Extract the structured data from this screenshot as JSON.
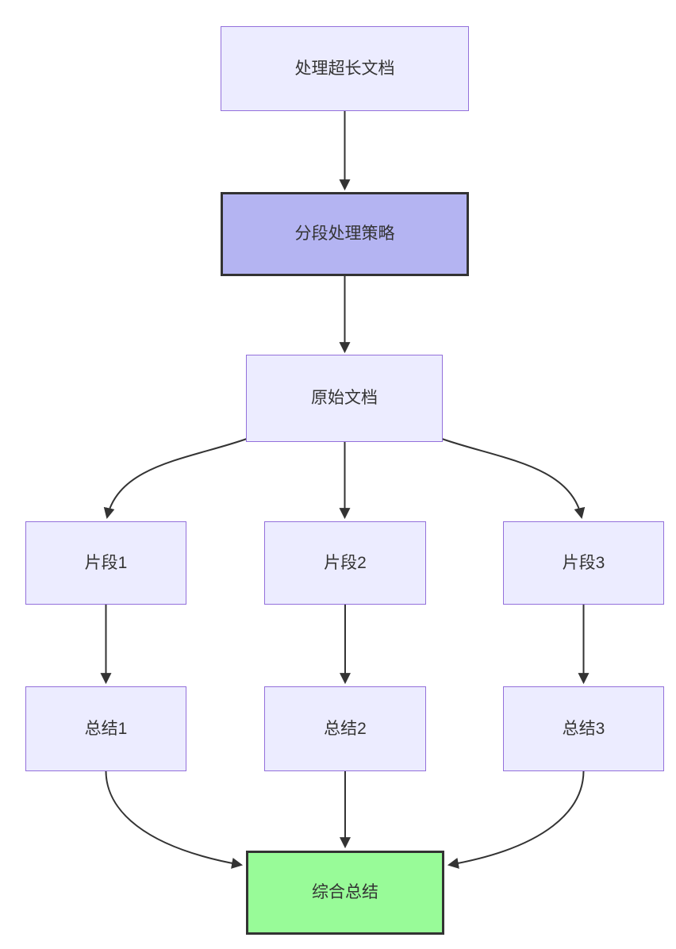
{
  "diagram": {
    "type": "flowchart",
    "direction": "top-down",
    "nodes": [
      {
        "id": "A",
        "label": "处理超长文档",
        "style": "default"
      },
      {
        "id": "B",
        "label": "分段处理策略",
        "style": "accent"
      },
      {
        "id": "C",
        "label": "原始文档",
        "style": "default"
      },
      {
        "id": "D1",
        "label": "片段1",
        "style": "default"
      },
      {
        "id": "D2",
        "label": "片段2",
        "style": "default"
      },
      {
        "id": "D3",
        "label": "片段3",
        "style": "default"
      },
      {
        "id": "E1",
        "label": "总结1",
        "style": "default"
      },
      {
        "id": "E2",
        "label": "总结2",
        "style": "default"
      },
      {
        "id": "E3",
        "label": "总结3",
        "style": "default"
      },
      {
        "id": "F",
        "label": "综合总结",
        "style": "result"
      }
    ],
    "edges": [
      {
        "from": "处理超长文档",
        "to": "分段处理策略"
      },
      {
        "from": "分段处理策略",
        "to": "原始文档"
      },
      {
        "from": "原始文档",
        "to": "片段1"
      },
      {
        "from": "原始文档",
        "to": "片段2"
      },
      {
        "from": "原始文档",
        "to": "片段3"
      },
      {
        "from": "片段1",
        "to": "总结1"
      },
      {
        "from": "片段2",
        "to": "总结2"
      },
      {
        "from": "片段3",
        "to": "总结3"
      },
      {
        "from": "总结1",
        "to": "综合总结"
      },
      {
        "from": "总结2",
        "to": "综合总结"
      },
      {
        "from": "总结3",
        "to": "综合总结"
      }
    ],
    "colors": {
      "canvas_bg": "#FFFFFF",
      "node_fill": "#ECECFF",
      "node_border": "#9370DB",
      "accent_fill": "#B4B4F2",
      "accent_border": "#333333",
      "result_fill": "#98FB98",
      "result_border": "#333333",
      "edge": "#333333",
      "text": "#333333"
    }
  }
}
